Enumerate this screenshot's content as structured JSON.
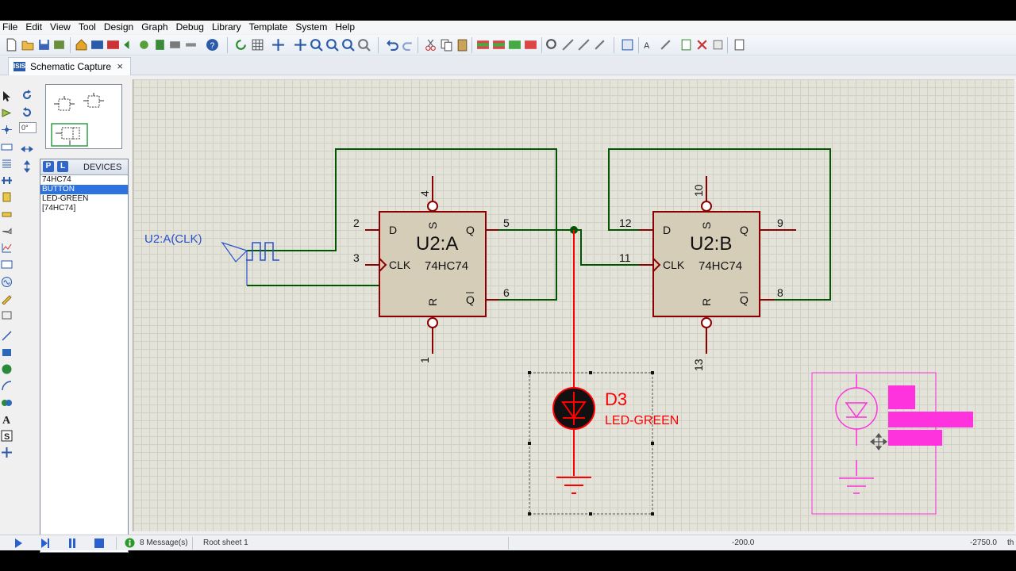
{
  "menu": [
    "File",
    "Edit",
    "View",
    "Tool",
    "Design",
    "Graph",
    "Debug",
    "Library",
    "Template",
    "System",
    "Help"
  ],
  "tab": {
    "label": "Schematic Capture",
    "close": "×"
  },
  "rotation_value": "0°",
  "devices": {
    "p_label": "P",
    "l_label": "L",
    "title": "DEVICES",
    "items": [
      "74HC74",
      "BUTTON",
      "LED-GREEN",
      "[74HC74]"
    ],
    "selected": "BUTTON"
  },
  "schematic": {
    "clk_label": "U2:A(CLK)",
    "u2a": {
      "name": "U2:A",
      "part": "74HC74",
      "pin_d": "D",
      "pin_clk": "CLK",
      "pin_q": "Q",
      "pin_qbar": "Q",
      "pin_s": "S",
      "pin_r": "R",
      "num_d": "2",
      "num_clk": "3",
      "num_q": "5",
      "num_qbar": "6",
      "num_s": "4",
      "num_r": "1"
    },
    "u2b": {
      "name": "U2:B",
      "part": "74HC74",
      "pin_d": "D",
      "pin_clk": "CLK",
      "pin_q": "Q",
      "pin_qbar": "Q",
      "pin_s": "S",
      "pin_r": "R",
      "num_d": "12",
      "num_clk": "11",
      "num_q": "9",
      "num_qbar": "8",
      "num_s": "10",
      "num_r": "13"
    },
    "led": {
      "ref": "D3",
      "value": "LED-GREEN"
    },
    "colors": {
      "wire": "#005500",
      "body": "#d6cdb8",
      "pin": "#8b0000",
      "selected": "#ff0000",
      "ghost": "#ff33dd"
    }
  },
  "status": {
    "messages": "8 Message(s)",
    "sheet": "Root sheet 1",
    "coord_x": "-200.0",
    "coord_y": "-2750.0",
    "unit": "th"
  }
}
